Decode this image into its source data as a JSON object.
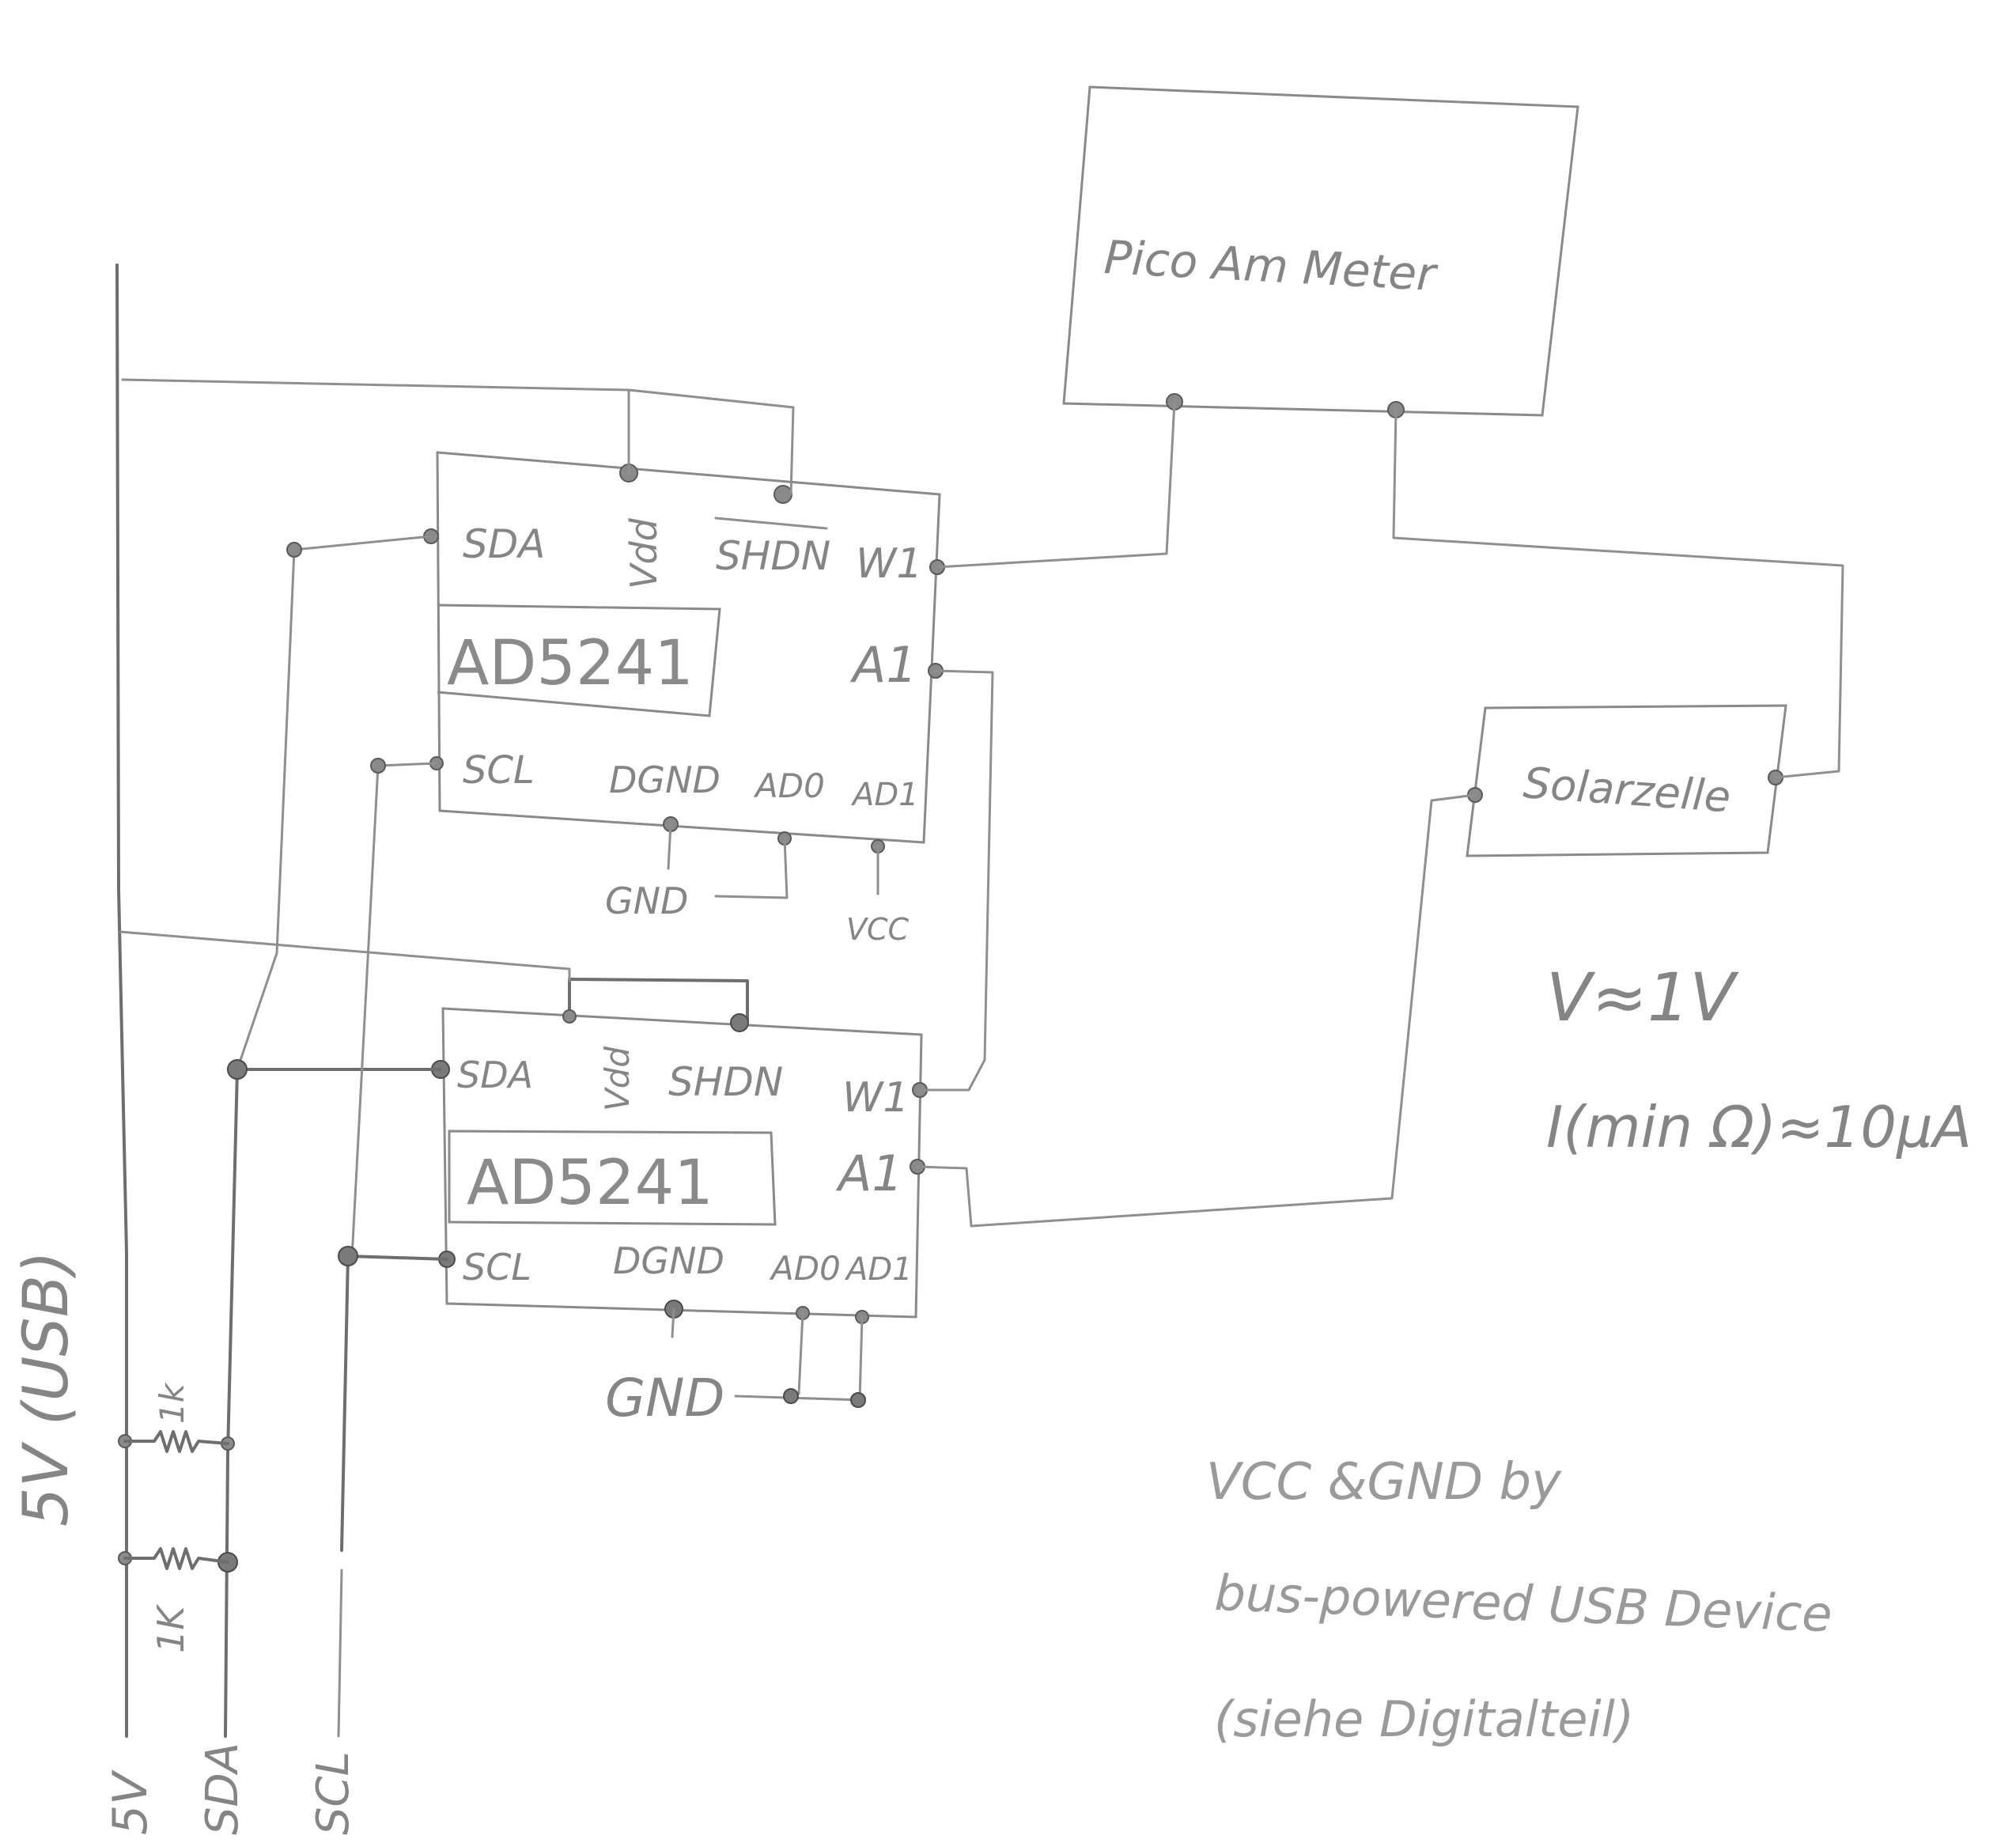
{
  "ammeter": {
    "label": "Pico Am Meter"
  },
  "solar": {
    "label": "Solarzelle"
  },
  "chip_top": {
    "name": "AD5241",
    "pin_sda": "SDA",
    "pin_vdd": "Vdd",
    "pin_shdn": "SHDN",
    "pin_w1": "W1",
    "pin_a1": "A1",
    "pin_scl": "SCL",
    "pin_dgnd": "DGND",
    "pin_ad0": "AD0",
    "pin_ad1": "AD1",
    "gnd": "GND",
    "vcc": "VCC"
  },
  "chip_bottom": {
    "name": "AD5241",
    "pin_sda": "SDA",
    "pin_vdd": "Vdd",
    "pin_shdn": "SHDN",
    "pin_w1": "W1",
    "pin_a1": "A1",
    "pin_scl": "SCL",
    "pin_dgnd": "DGND",
    "pin_ad0": "AD0",
    "pin_ad1": "AD1",
    "gnd": "GND"
  },
  "bus": {
    "vertical_label": "5V (USB)",
    "resistor_top": "1k",
    "resistor_bottom": "1K",
    "line_5v": "5V",
    "line_sda": "SDA",
    "line_scl": "SCL"
  },
  "specs": {
    "voltage": "V≈1V",
    "current": "I(min Ω)≈10μA"
  },
  "note": {
    "line1": "VCC &GND by",
    "line2": "bus-powered USB Device",
    "line3": "(siehe Digitalteil)"
  }
}
